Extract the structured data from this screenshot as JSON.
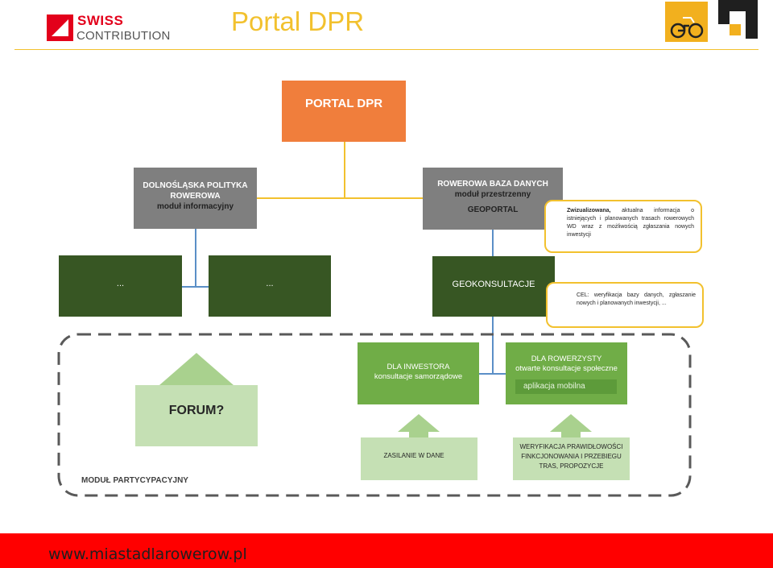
{
  "header": {
    "logo_top": "SWISS",
    "logo_bottom": "CONTRIBUTION",
    "title": "Portal DPR"
  },
  "diagram": {
    "root": "PORTAL DPR",
    "left_module": {
      "line1": "DOLNOŚLĄSKA POLITYKA",
      "line2": "ROWEROWA",
      "line3": "moduł informacyjny"
    },
    "right_module": {
      "line1": "ROWEROWA BAZA DANYCH",
      "line2": "moduł przestrzenny",
      "line3": "GEOPORTAL"
    },
    "placeholder_1": "...",
    "placeholder_2": "...",
    "geokonsultacje": "GEOKONSULTACJE",
    "callout_geoportal": {
      "lead": "Zwizualizowana,",
      "rest": " aktualna informacja o istniejących i planowanych trasach rowerowych WD wraz z możliwością zgłaszania nowych inwestycji"
    },
    "callout_geokonsultacje": "CEL: weryfikacja bazy danych, zgłaszanie nowych i planowanych inwestycji, ...",
    "investor": {
      "line1": "DLA INWESTORA",
      "line2": "konsultacje samorządowe"
    },
    "cyclist": {
      "line1": "DLA ROWERZYSTY",
      "line2": "otwarte konsultacje społeczne",
      "app": "aplikacja mobilna"
    },
    "forum": "FORUM?",
    "data_feed": "ZASILANIE W DANE",
    "verification": {
      "line1": "WERYFIKACJA PRAWIDŁOWOŚCI",
      "line2": "FINKCJONOWANIA I PRZEBIEGU",
      "line3": "TRAS, PROPOZYCJE"
    },
    "module_label": "MODUŁ PARTYCYPACYJNY"
  },
  "footer": {
    "url": "www.miastadlarowerow.pl"
  },
  "colors": {
    "accent_yellow": "#f2c12e",
    "root_orange": "#f07e3c",
    "module_grey": "#7f7f7f",
    "dark_green": "#375623",
    "mid_green": "#70ad47",
    "pale_green": "#c5e0b4",
    "footer_red": "#ff0000"
  }
}
